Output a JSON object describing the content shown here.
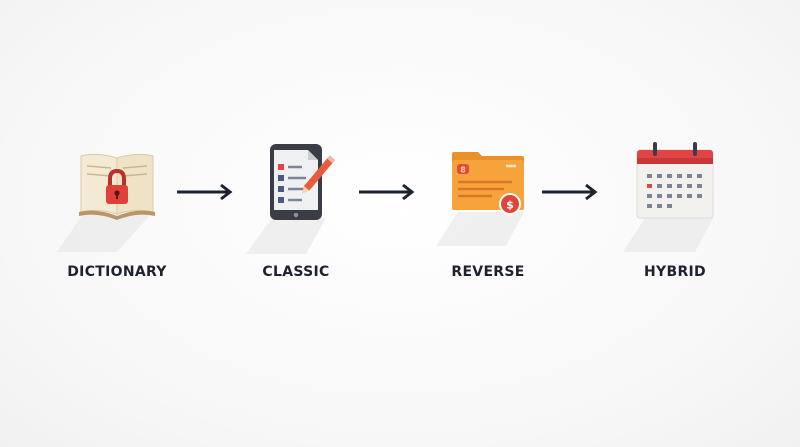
{
  "steps": [
    {
      "label": "DICTIONARY",
      "icon": "locked-book-icon"
    },
    {
      "label": "CLASSIC",
      "icon": "tablet-checklist-icon"
    },
    {
      "label": "REVERSE",
      "icon": "folder-dollar-icon"
    },
    {
      "label": "HYBRID",
      "icon": "calendar-icon"
    }
  ],
  "colors": {
    "label": "#1e2230",
    "arrow": "#1e2230",
    "lock_red": "#e0403a",
    "folder_orange": "#f5a33a",
    "calendar_red": "#e04444"
  }
}
